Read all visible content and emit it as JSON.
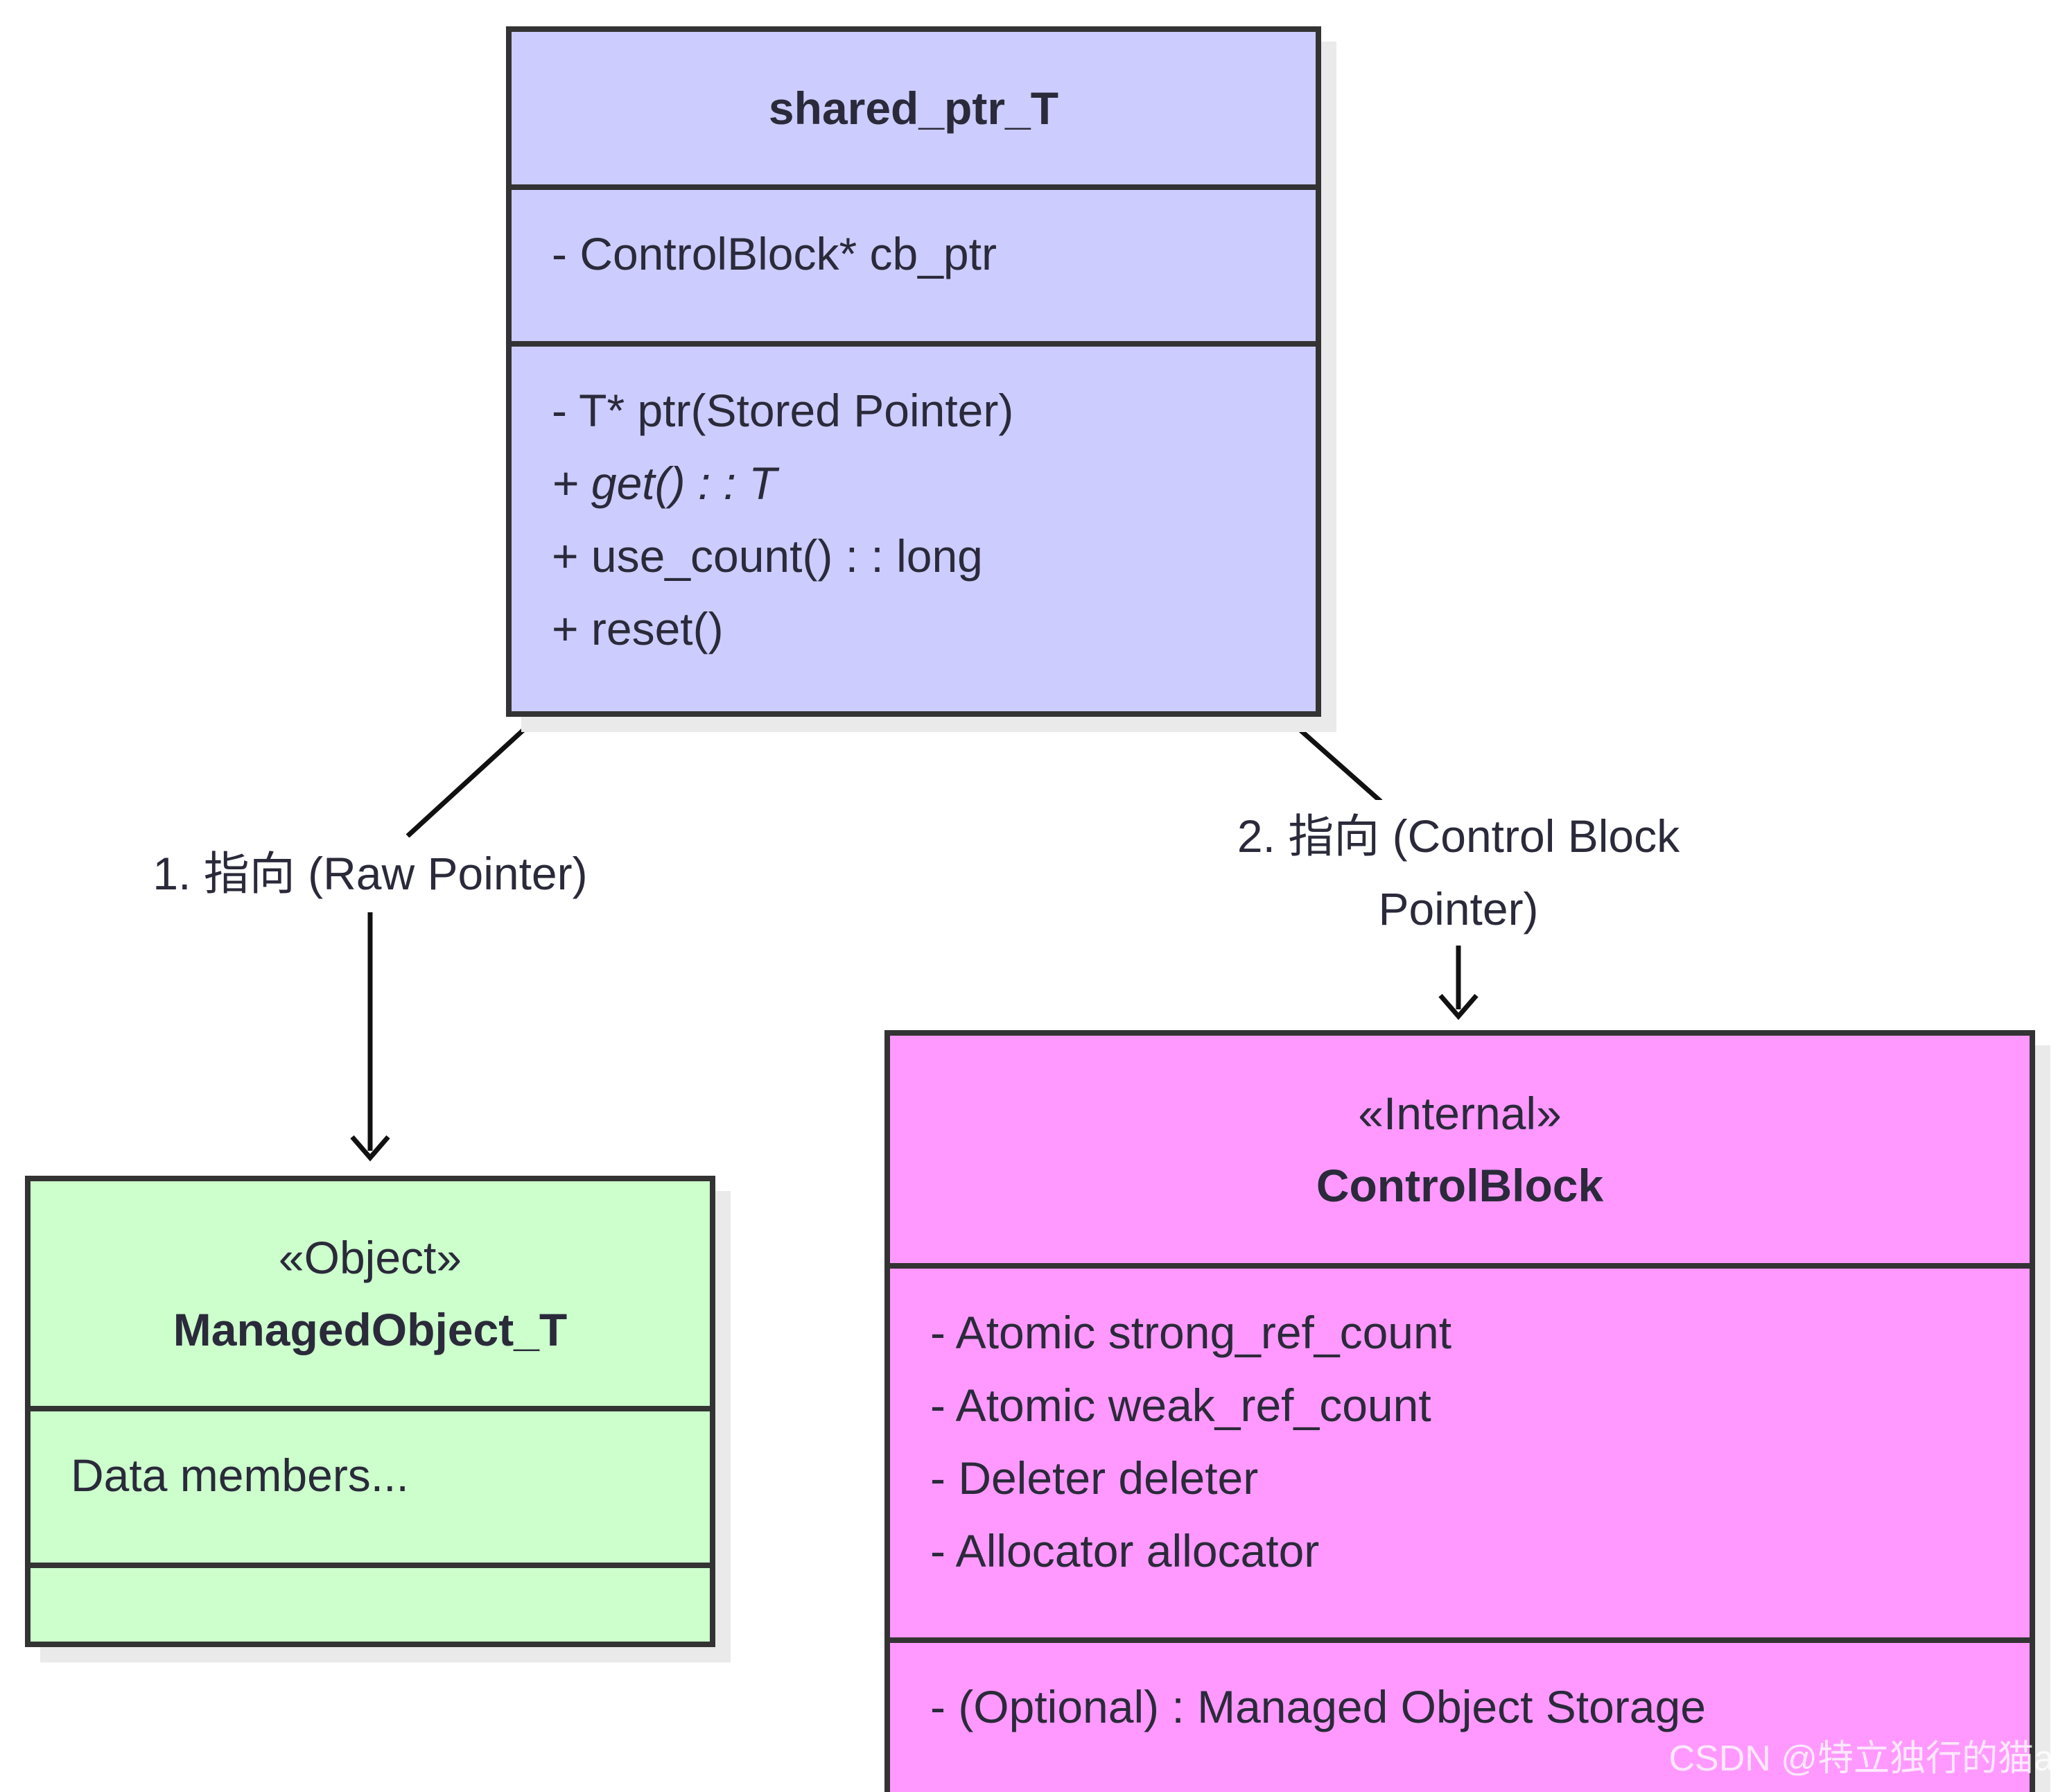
{
  "classes": {
    "shared_ptr": {
      "name": "shared_ptr_T",
      "attributes": [
        "- ControlBlock* cb_ptr"
      ],
      "operations": [
        {
          "text": "- T* ptr(Stored Pointer)",
          "abstract": false
        },
        {
          "text": "+ get() : : T",
          "abstract": true
        },
        {
          "text": "+ use_count() : : long",
          "abstract": false
        },
        {
          "text": "+ reset()",
          "abstract": false
        }
      ],
      "color": "#ccccff"
    },
    "managed_object": {
      "stereotype": "«Object»",
      "name": "ManagedObject_T",
      "attributes": [
        "Data members..."
      ],
      "color": "#ccffcc"
    },
    "control_block": {
      "stereotype": "«Internal»",
      "name": "ControlBlock",
      "attributes": [
        "- Atomic strong_ref_count",
        "- Atomic weak_ref_count",
        "- Deleter deleter",
        "- Allocator allocator"
      ],
      "operations": [
        "- (Optional) : Managed Object Storage"
      ],
      "color": "#ff99ff"
    }
  },
  "edges": [
    {
      "from": "shared_ptr",
      "to": "managed_object",
      "label": "1. 指向 (Raw Pointer)"
    },
    {
      "from": "shared_ptr",
      "to": "control_block",
      "label_lines": [
        "2. 指向 (Control Block",
        "Pointer)"
      ]
    }
  ],
  "watermark": "CSDN @特立独行的猫a"
}
